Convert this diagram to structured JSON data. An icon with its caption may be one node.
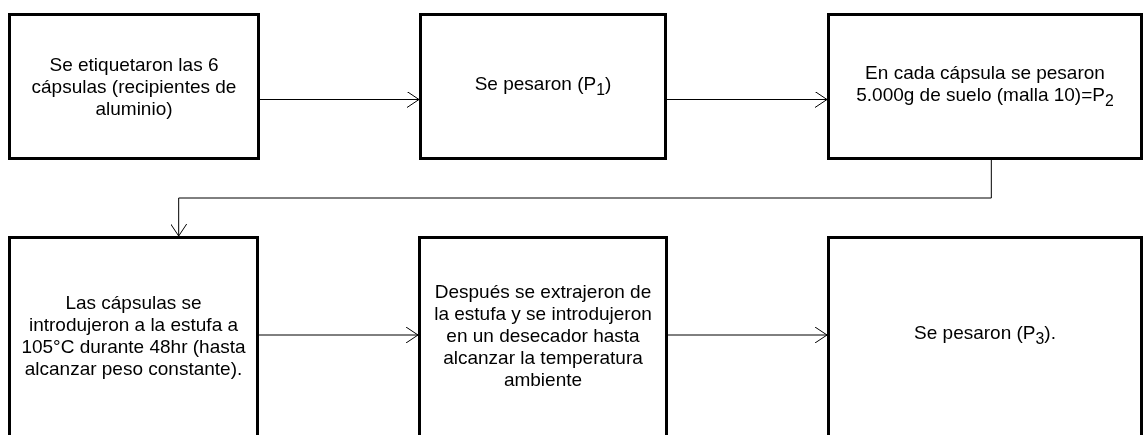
{
  "diagram": {
    "nodes": [
      {
        "text": [
          "Se etiquetaron las 6 cápsulas (recipientes de aluminio)"
        ]
      },
      {
        "text": [
          "Se pesaron (P$_{1}$)"
        ]
      },
      {
        "text": [
          "En cada cápsula se pesaron 5.000g de suelo (malla 10)=P$_{2}$"
        ]
      },
      {
        "text": [
          "Las cápsulas se introdujeron a la estufa a 105°C durante 48hr (hasta alcanzar peso constante)."
        ]
      },
      {
        "text": [
          "Después se extrajeron de la estufa y se introdujeron en un desecador hasta alcanzar la temperatura ambiente"
        ]
      },
      {
        "text": [
          "Se pesaron (P$_{3}$)."
        ]
      }
    ],
    "edges": [
      {
        "from": 0,
        "to": 1,
        "arrow": "to"
      },
      {
        "from": 1,
        "to": 2,
        "arrow": "to"
      },
      {
        "from": 2,
        "to": 3,
        "arrow": "to"
      },
      {
        "from": 3,
        "to": 4,
        "arrow": "to"
      },
      {
        "from": 4,
        "to": 5,
        "arrow": "to"
      }
    ]
  }
}
